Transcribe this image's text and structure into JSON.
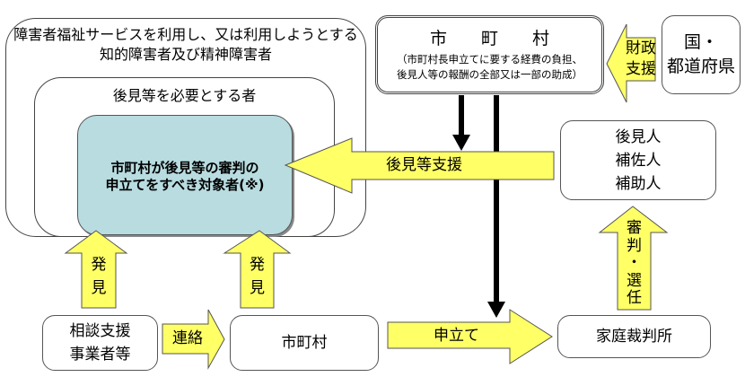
{
  "colors": {
    "arrow_fill": "#ffff66",
    "arrow_stroke": "#555555",
    "target_box_fill": "#b8dce0",
    "line": "#000000"
  },
  "outer_group": {
    "title_line1": "障害者福祉サービスを利用し、又は利用しようとする",
    "title_line2": "知的障害者及び精神障害者"
  },
  "middle_group": {
    "title": "後見等を必要とする者"
  },
  "target_box": {
    "line1": "市町村が後見等の審判の",
    "line2": "申立てをすべき対象者(※)"
  },
  "municipality_top": {
    "title": "市　　町　　村",
    "desc_line1": "（市町村長申立てに要する経費の負担、",
    "desc_line2": "後見人等の報酬の全部又は一部の助成）"
  },
  "financial_support_arrow": {
    "line1": "財政",
    "line2": "支援"
  },
  "national_box": {
    "line1": "国・",
    "line2": "都道府県"
  },
  "guardian_box": {
    "lines": [
      "後見人",
      "補佐人",
      "補助人"
    ]
  },
  "guardianship_support_arrow": {
    "label": "後見等支援"
  },
  "judgment_arrow": {
    "chars": [
      "審",
      "判",
      "・",
      "選",
      "任"
    ]
  },
  "discovery_arrows": [
    {
      "chars": [
        "発",
        "見"
      ]
    },
    {
      "chars": [
        "発",
        "見"
      ]
    }
  ],
  "consultation_box": {
    "line1": "相談支援",
    "line2": "事業者等"
  },
  "contact_arrow": {
    "label": "連絡"
  },
  "municipality_bottom": {
    "label": "市町村"
  },
  "petition_arrow": {
    "label": "申立て"
  },
  "family_court_box": {
    "label": "家庭裁判所"
  }
}
